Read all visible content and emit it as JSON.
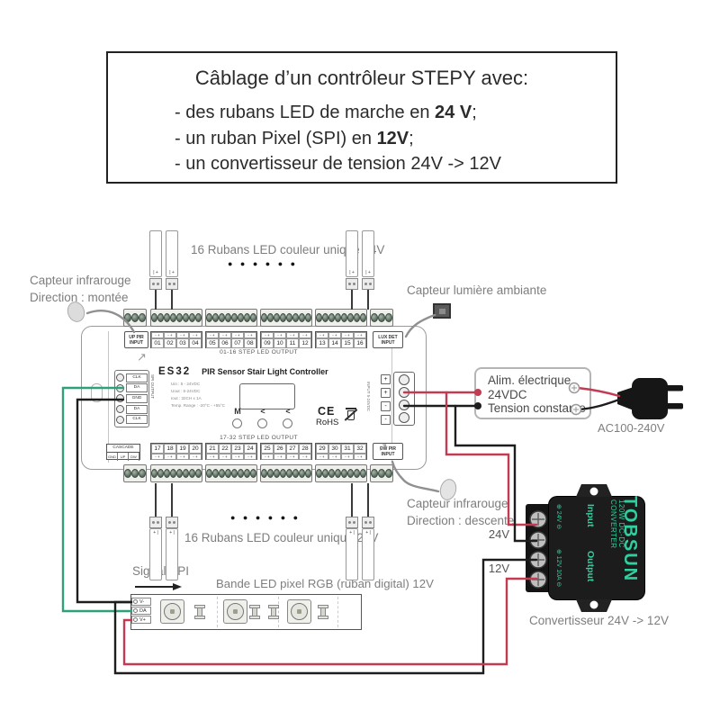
{
  "title_box": {
    "heading": "Câblage d’un contrôleur STEPY avec:",
    "bullets": [
      {
        "pre": "- des rubans LED de marche en ",
        "bold": "24 V",
        "post": ";"
      },
      {
        "pre": "- un ruban Pixel (SPI) en ",
        "bold": "12V",
        "post": ";"
      },
      {
        "pre": "- un convertisseur de tension 24V -> 12V",
        "bold": "",
        "post": ""
      }
    ]
  },
  "labels": {
    "up_sensor_line1": "Capteur infrarouge",
    "up_sensor_line2": "Direction :  montée",
    "lux_sensor": "Capteur lumière ambiante",
    "down_sensor_line1": "Capteur infrarouge",
    "down_sensor_line2": "Direction : descente",
    "strips_top": "16 Rubans LED couleur unique 24V",
    "strips_bottom": "16 Rubans LED couleur unique 24V",
    "dots": "● ● ● ● ● ●",
    "arrow": "↗",
    "signal_spi": "Signal SPI",
    "pixel_strip": "Bande LED pixel RGB (ruban digital) 12V",
    "v24": "24V",
    "v12": "12V",
    "converter_caption": "Convertisseur 24V -> 12V",
    "plug": "AC100-240V"
  },
  "controller": {
    "model": "ES32",
    "name": "PIR Sensor Stair Light Controller",
    "specs": [
      "Uin : 5 - 24VDC",
      "Uout : 5-24VDC",
      "Iout : 32CH x 1A",
      "Temp. Range : -20°C - +55°C"
    ],
    "up_pir": [
      "UP PIR",
      "INPUT"
    ],
    "lux_det": [
      "LUX DET",
      "INPUT"
    ],
    "dw_pir": [
      "DW PIR",
      "INPUT"
    ],
    "cascade_label": "CASCADE",
    "cascade_pins": [
      "GND",
      "UP",
      "DW"
    ],
    "top_output_label": "01-16 STEP LED OUTPUT",
    "bottom_output_label": "17-32 STEP LED OUTPUT",
    "terminals_top": [
      "01",
      "02",
      "03",
      "04",
      "05",
      "06",
      "07",
      "08",
      "09",
      "10",
      "11",
      "12",
      "13",
      "14",
      "15",
      "16"
    ],
    "terminals_bottom": [
      "17",
      "18",
      "19",
      "20",
      "21",
      "22",
      "23",
      "24",
      "25",
      "26",
      "27",
      "28",
      "29",
      "30",
      "31",
      "32"
    ],
    "polarity_mark": "- +",
    "spi_label": "SPI OUTPUT",
    "spi_pins": [
      "CLK",
      "DA",
      "GND",
      "DA",
      "CLK"
    ],
    "power_label": "INPUT 5-24VDC",
    "power_pins": [
      "+",
      "+",
      "-",
      "-"
    ],
    "buttons": [
      "M",
      "<",
      "<"
    ],
    "ce": "CE",
    "rohs": "RoHS"
  },
  "led_strips": {
    "mark_top": "| +",
    "mark_bottom": "+ |"
  },
  "power_supply": {
    "line1": "Alim. électrique",
    "line2": "24VDC",
    "line3": "Tension constante"
  },
  "converter": {
    "brand": "TOBSUN",
    "subtitle": "120W DC-DC CONVERTER",
    "io_input": "Input",
    "io_output": "Output",
    "in_marks": "⊕ 24V ⊖",
    "out_marks": "⊕ 12V 10A ⊖"
  },
  "pixel_strip": {
    "pins": [
      "V-",
      "DA",
      "V+"
    ]
  },
  "colors": {
    "wire_red": "#c23b52",
    "wire_black": "#1d1d1d",
    "wire_green": "#2fa07c",
    "wire_gray": "#909090",
    "converter_text": "#2fcf9f"
  }
}
